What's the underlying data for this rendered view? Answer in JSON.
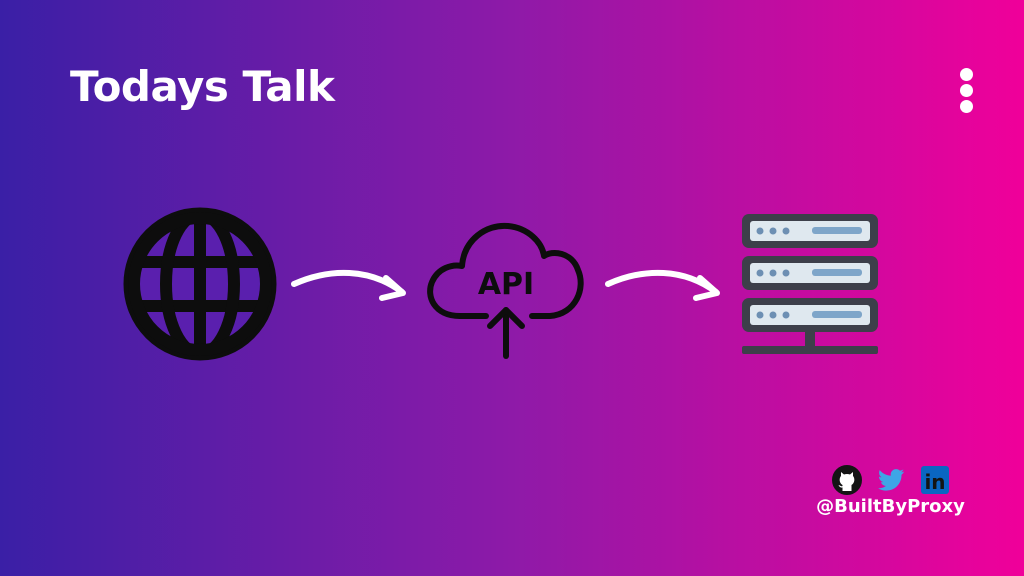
{
  "slide": {
    "title": "Todays Talk",
    "gradient": {
      "start": "#3a1fa6",
      "mid": "#8e1aa8",
      "end": "#f0009a"
    }
  },
  "diagram": {
    "nodes": [
      {
        "id": "globe",
        "icon": "globe-icon"
      },
      {
        "id": "api",
        "icon": "cloud-upload-icon",
        "label": "API"
      },
      {
        "id": "server",
        "icon": "server-rack-icon"
      }
    ],
    "edges": [
      {
        "from": "globe",
        "to": "api"
      },
      {
        "from": "api",
        "to": "server"
      }
    ],
    "colors": {
      "icon_dark": "#0d0d0d",
      "server_frame": "#3d3f4a",
      "server_light": "#dfe8ef",
      "server_dots": "#6d8fb3",
      "server_bars": "#7ea5c9",
      "arrow": "#ffffff"
    }
  },
  "footer": {
    "handle": "@BuiltByProxy",
    "social": [
      {
        "name": "github-icon",
        "color": "#141414"
      },
      {
        "name": "twitter-icon",
        "color": "#3ea6e6"
      },
      {
        "name": "linkedin-icon",
        "color": "#0a66c2",
        "text": "in"
      }
    ]
  }
}
